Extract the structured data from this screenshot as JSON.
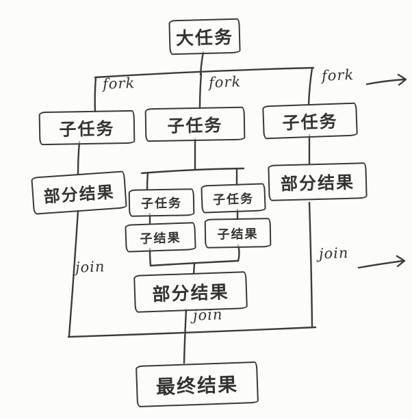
{
  "diagram": {
    "type": "fork-join-task-flow",
    "style": "hand-drawn-sketch",
    "colors": {
      "ink": "#3b3b38",
      "background": "#fcfcfa"
    },
    "nodes": {
      "big_task": "大任务",
      "subtask_left": "子任务",
      "subtask_center": "子任务",
      "subtask_right": "子任务",
      "partial_result_left": "部分结果",
      "partial_result_right": "部分结果",
      "subtask_center_1": "子任务",
      "subtask_center_2": "子任务",
      "subresult_1": "子结果",
      "subresult_2": "子结果",
      "partial_result_center": "部分结果",
      "final_result": "最终结果"
    },
    "edge_labels": {
      "fork_left": "fork",
      "fork_center": "fork",
      "fork_right": "fork",
      "join_left": "join",
      "join_center": "join",
      "join_right": "join"
    },
    "icons": {
      "fork_right_arrow": "→",
      "join_right_arrow": "→"
    }
  }
}
